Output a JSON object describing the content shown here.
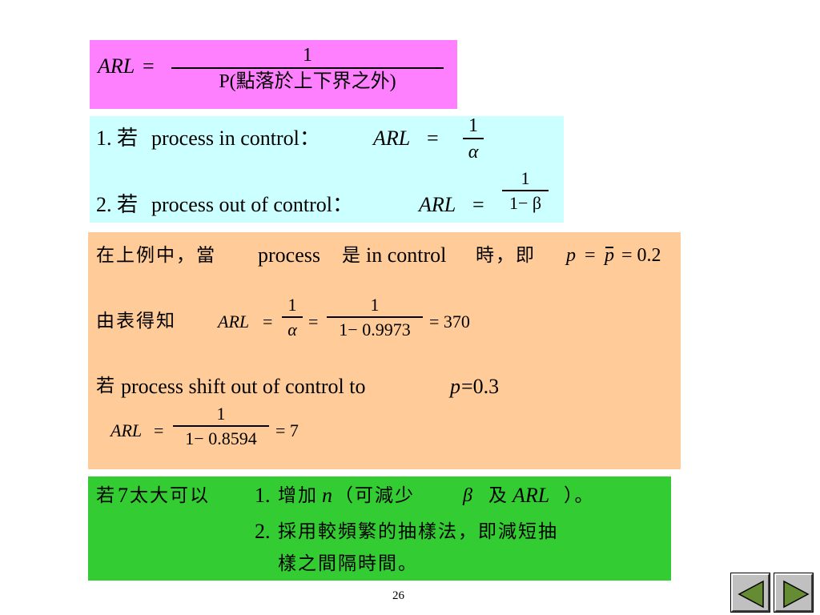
{
  "colors": {
    "formula_box": "#ff80ff",
    "arl_box": "#ccffff",
    "example_box": "#ffcc99",
    "suggestion_box": "#33cc33",
    "nav_arrow": "#668c33"
  },
  "formula_box": {
    "lhs": "ARL",
    "eq": "=",
    "numerator": "1",
    "denominator": "P(點落於上下界之外)"
  },
  "arl_box": {
    "line1_prefix": "1. 若",
    "line1_text": "process in control：",
    "line1_arl": "ARL",
    "line1_eq": "=",
    "line1_num": "1",
    "line1_den": "α",
    "line2_prefix": "2. 若",
    "line2_text": "process out of control：",
    "line2_arl": "ARL",
    "line2_eq": "=",
    "line2_num": "1",
    "line2_den": "1− β"
  },
  "example_box": {
    "line1_a": "在上例中，當",
    "line1_b": "process",
    "line1_c": "是",
    "line1_d": "in control",
    "line1_e": "時，即",
    "p": "p",
    "eq": "=",
    "pbar": "p",
    "eq2": "= 0.2",
    "line2_label": "由表得知",
    "arl": "ARL",
    "frac1_num": "1",
    "frac1_den": "α",
    "frac2_num": "1",
    "frac2_den": "1− 0.9973",
    "result1": "= 370",
    "line3_a": "若",
    "line3_b": "process shift out of control to ",
    "line3_p": "p",
    "line3_c": "=0.3",
    "arl2": "ARL",
    "frac3_num": "1",
    "frac3_den": "1− 0.8594",
    "result2": "= 7"
  },
  "suggestion_box": {
    "lead_a": "若",
    "lead_b": "7",
    "lead_c": "太大可以",
    "item1_num": "1.",
    "item1_a": "增加",
    "item1_n": "n",
    "item1_b": "（可減少",
    "item1_beta": "β",
    "item1_c": "及",
    "item1_arl": "ARL",
    "item1_d": "）。",
    "item2_num": "2.",
    "item2_line1": "採用較頻繁的抽樣法，即減短抽",
    "item2_line2": "樣之間隔時間。"
  },
  "footer": {
    "page_number": "26",
    "prev_icon": "left-triangle-icon",
    "next_icon": "right-triangle-icon"
  }
}
